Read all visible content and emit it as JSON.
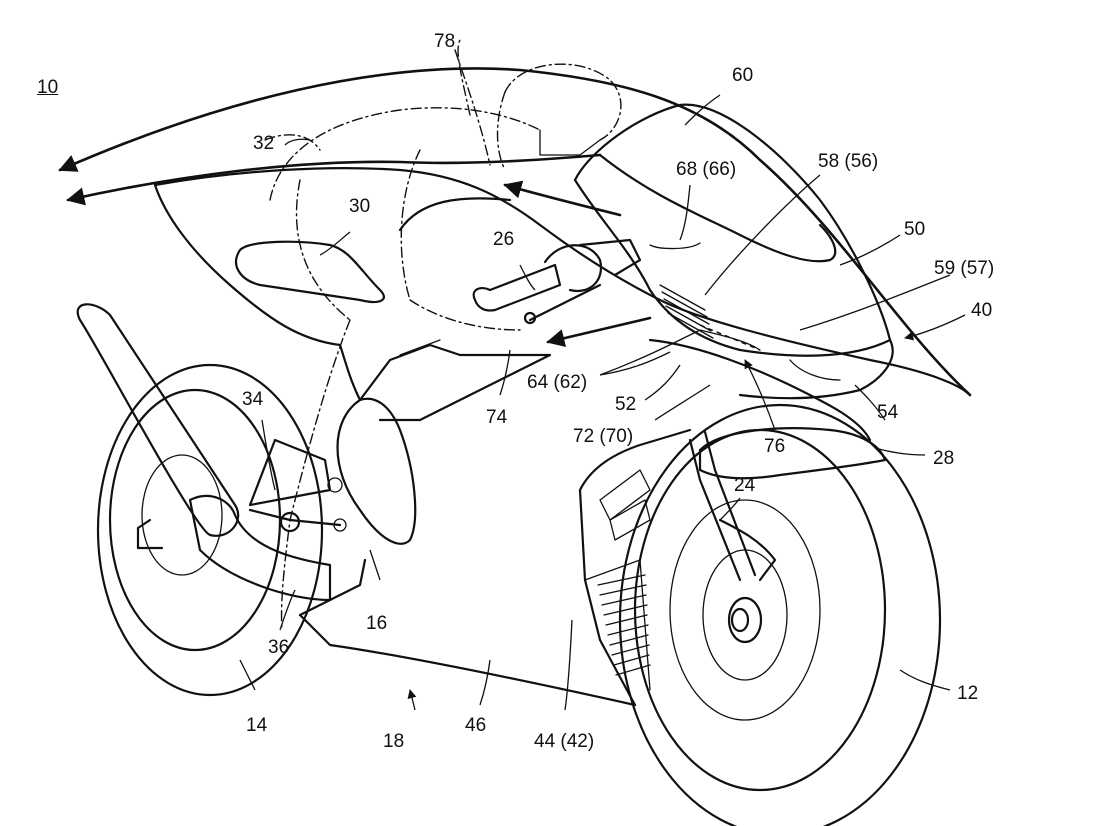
{
  "figure": {
    "reference_number": "10",
    "labels": [
      {
        "id": "n12",
        "text": "12"
      },
      {
        "id": "n14",
        "text": "14"
      },
      {
        "id": "n16",
        "text": "16"
      },
      {
        "id": "n18",
        "text": "18"
      },
      {
        "id": "n24",
        "text": "24"
      },
      {
        "id": "n26",
        "text": "26"
      },
      {
        "id": "n28",
        "text": "28"
      },
      {
        "id": "n30",
        "text": "30"
      },
      {
        "id": "n32",
        "text": "32"
      },
      {
        "id": "n34",
        "text": "34"
      },
      {
        "id": "n36",
        "text": "36"
      },
      {
        "id": "n40",
        "text": "40"
      },
      {
        "id": "n44",
        "text": "44 (42)"
      },
      {
        "id": "n46",
        "text": "46"
      },
      {
        "id": "n50",
        "text": "50"
      },
      {
        "id": "n52",
        "text": "52"
      },
      {
        "id": "n54",
        "text": "54"
      },
      {
        "id": "n58",
        "text": "58 (56)"
      },
      {
        "id": "n59",
        "text": "59 (57)"
      },
      {
        "id": "n60",
        "text": "60"
      },
      {
        "id": "n64",
        "text": "64 (62)"
      },
      {
        "id": "n68",
        "text": "68 (66)"
      },
      {
        "id": "n72",
        "text": "72 (70)"
      },
      {
        "id": "n74",
        "text": "74"
      },
      {
        "id": "n76",
        "text": "76"
      },
      {
        "id": "n78",
        "text": "78"
      }
    ]
  }
}
